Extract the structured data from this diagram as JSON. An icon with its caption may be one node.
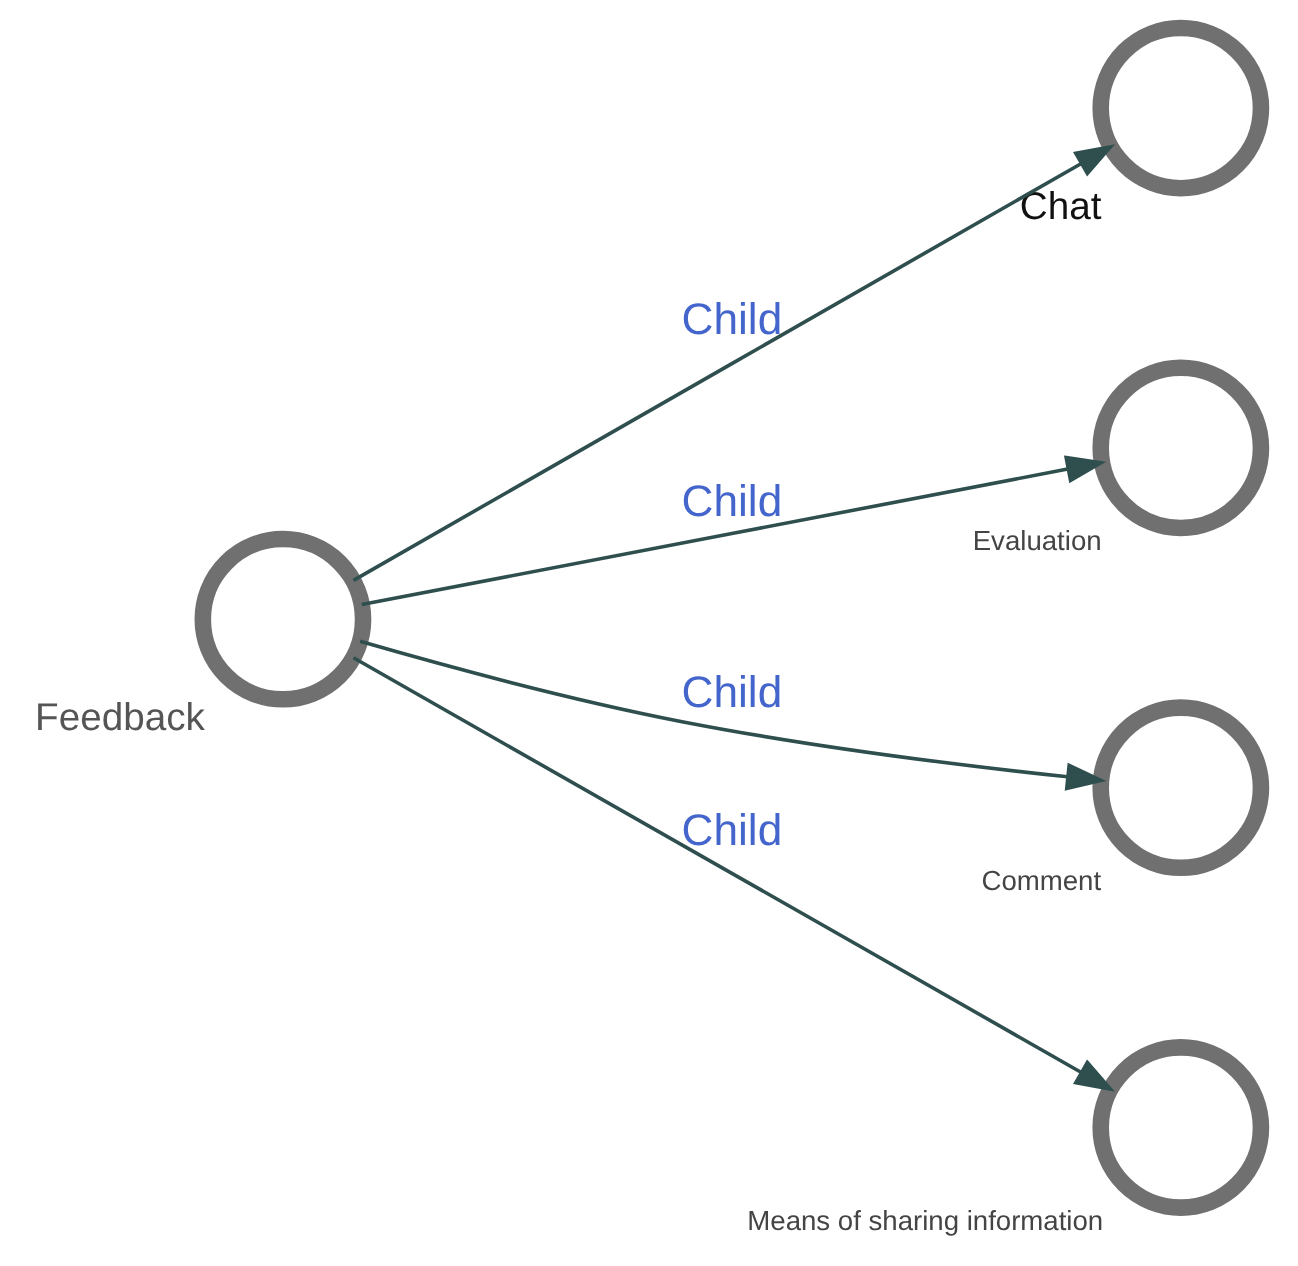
{
  "diagram": {
    "nodes": [
      {
        "text": [
          "Feedback"
        ]
      },
      {
        "text": [
          "Chat"
        ]
      },
      {
        "text": [
          "Evaluation"
        ]
      },
      {
        "text": [
          "Comment"
        ]
      },
      {
        "text": [
          "Means of sharing information"
        ]
      }
    ],
    "edges": [
      {
        "from": 0,
        "to": 1,
        "arrow": "to",
        "label": "Child"
      },
      {
        "from": 0,
        "to": 2,
        "arrow": "to",
        "label": "Child"
      },
      {
        "from": 0,
        "to": 3,
        "arrow": "to",
        "label": "Child"
      },
      {
        "from": 0,
        "to": 4,
        "arrow": "to",
        "label": "Child"
      }
    ]
  }
}
